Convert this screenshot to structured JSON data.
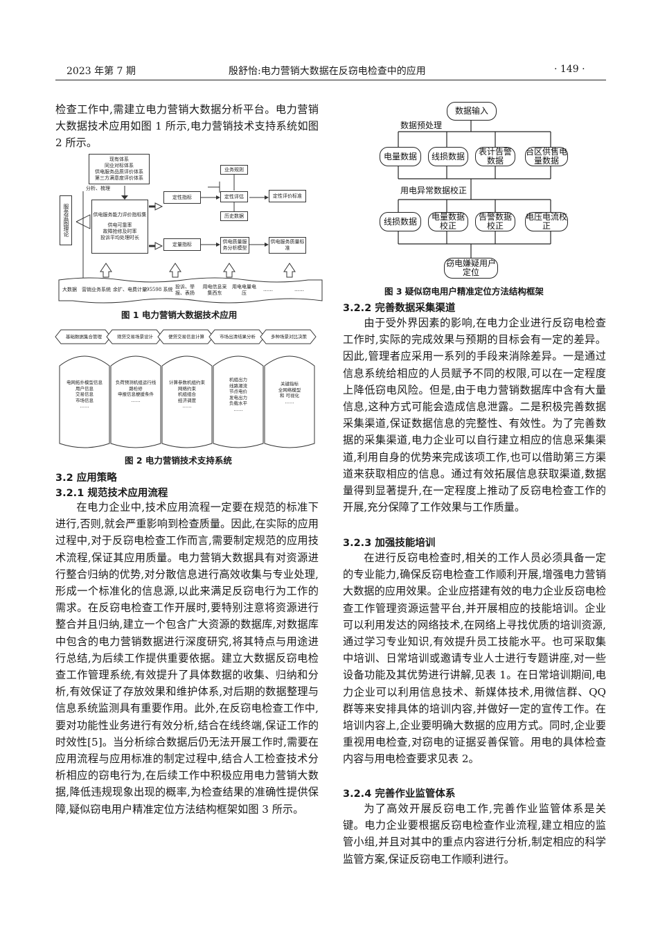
{
  "header": {
    "issue": "2023 年第 7 期",
    "title": "殷舒怡:电力营销大数据在反窃电检查中的应用",
    "page": "· 149 ·"
  },
  "left": {
    "intro": "检查工作中,需建立电力营销大数据分析平台。电力营销大数据技术应用如图 1 所示,电力营销技术支持系统如图 2 所示。",
    "sec_3_2": "3.2 应用策略",
    "sec_3_2_1": "3.2.1 规范技术应用流程",
    "para_3_2_1": "在电力企业中,技术应用流程一定要在规范的标准下进行,否则,就会严重影响到检查质量。因此,在实际的应用过程中,对于反窃电检查工作而言,需要制定规范的应用技术流程,保证其应用质量。电力营销大数据具有对资源进行整合归纳的优势,对分散信息进行高效收集与专业处理,形成一个标准化的信息源,以此来满足反窃电行为工作的需求。在反窃电检查工作开展时,要特别注意将资源进行整合并且归纳,建立一个包含广大资源的数据库,对数据库中包含的电力营销数据进行深度研究,将其特点与用途进行总结,为后续工作提供重要依据。建立大数据反窃电检查工作管理系统,有效提升了具体数据的收集、归纳和分析,有效保证了存放效果和维护体系,对后期的数据整理与信息系统监测具有重要作用。此外,在反窃电检查工作中,要对功能性业务进行有效分析,结合在线终端,保证工作的时效性[5]。当分析综合数据后仍无法开展工作时,需要在应用流程与应用标准的制定过程中,结合人工检查技术分析相应的窃电行为,在后续工作中积极应用电力营销大数据,降低违规现象出现的概率,为检查结果的准确性提供保障,疑似窃电用户精准定位方法结构框架如图 3 所示。"
  },
  "fig1": {
    "caption": "图 1 电力营销大数据技术应用",
    "top_title": "现有体系",
    "top_lines": [
      "同业对标体系",
      "供电服务品质评价体系",
      "第三方满意度评价体系"
    ],
    "side_label": "服务蓝图理论",
    "analysis_label": "分析、梳理",
    "center_title": "供电服务能力评价指标集",
    "center_lines": [
      "供电可靠率",
      "故障抢修及时率",
      "投诉平均处理时长"
    ],
    "qual_label": "定性指标",
    "quant_label": "定量指标",
    "biz_rule": "业务规则",
    "qual_eval": "定性评估",
    "history": "历史数据",
    "qual_std": "定性评价标准",
    "model": "供电质量服务分析模型",
    "quality_std": "供电服务质量标准",
    "sources": [
      "大数据",
      "营销业务系统",
      "余扩、电费计量",
      "95598 系统",
      "投诉、举报、表扬",
      "用电信息采集西东",
      "用电电量电压",
      "……",
      "……"
    ]
  },
  "fig2": {
    "caption": "图 2 电力营销技术支持系统",
    "heads": [
      "基础数据集合管理",
      "观贷交易场景设计",
      "便贷交易信息计算",
      "市场出清结果分析",
      "多种场景对比决策"
    ],
    "bodies": [
      [
        "电网拓扑模型信息",
        "用户信息",
        "交易信息",
        "市场信息",
        "……"
      ],
      [
        "负荷预测机组运行线",
        "路检修",
        "申报信息梗援条件",
        "……"
      ],
      [
        "计算参数机组约束",
        "网络约束",
        "机组组合",
        "经济调度",
        "……"
      ],
      [
        "机组出力",
        "线路潮流",
        "节点电价",
        "发电出力",
        "负载水平",
        "……"
      ],
      [
        "关键指标",
        "全网络模型",
        "和 可视化",
        "……"
      ]
    ]
  },
  "fig3": {
    "caption": "图 3 疑似窃电用户精准定位方法结构框架",
    "input": "数据输入",
    "pre_label": "数据预处理",
    "row1": [
      "电量数据",
      "线损数据",
      "表计告警数据",
      "台区供售电量数据"
    ],
    "check_label": "用电异常数据校正",
    "row2": [
      "线损数据",
      "电量数据校正",
      "告警数据校正",
      "电压电流校正"
    ],
    "output": "窃电嫌疑用户定位"
  },
  "right": {
    "sec_3_2_2": "3.2.2 完善数据采集渠道",
    "para_3_2_2": "由于受外界因素的影响,在电力企业进行反窃电检查工作时,实际的完成效果与预期的目标会有一定的差异。因此,管理者应采用一系列的手段来消除差异。一是通过信息系统给相应的人员赋予不同的权限,可以在一定程度上降低窃电风险。但是,由于电力营销数据库中含有大量信息,这种方式可能会造成信息泄露。二是积极完善数据采集渠道,保证数据信息的完整性、有效性。为了完善数据的采集渠道,电力企业可以自行建立相应的信息采集渠道,利用自身的优势来完成该项工作,也可以借助第三方渠道来获取相应的信息。通过有效拓展信息获取渠道,数据量得到显著提升,在一定程度上推动了反窃电检查工作的开展,充分保障了工作效果与工作质量。",
    "sec_3_2_3": "3.2.3 加强技能培训",
    "para_3_2_3": "在进行反窃电检查时,相关的工作人员必须具备一定的专业能力,确保反窃电检查工作顺利开展,增强电力营销大数据的应用效果。企业应搭建有效的电力企业反窃电检查工作管理资源运营平台,并开展相应的技能培训。企业可以利用发达的网络技术,在网络上寻找优质的培训资源,通过学习专业知识,有效提升员工技能水平。也可采取集中培训、日常培训或邀请专业人士进行专题讲座,对一些设备功能及其优势进行讲解,见表 1。在日常培训期间,电力企业可以利用信息技术、新媒体技术,用微信群、QQ 群等来安排具体的培训内容,并做好一定的宣传工作。在培训内容上,企业要明确大数据的应用方式。同时,企业要重视用电检查,对窃电的证据妥善保管。用电的具体检查内容与用电检查要求见表 2。",
    "sec_3_2_4": "3.2.4 完善作业监管体系",
    "para_3_2_4": "为了高效开展反窃电工作,完善作业监管体系是关键。电力企业要根据反窃电检查作业流程,建立相应的监管小组,并且对其中的重点内容进行分析,制定相应的科学监管方案,保证反窃电工作顺利进行。"
  }
}
